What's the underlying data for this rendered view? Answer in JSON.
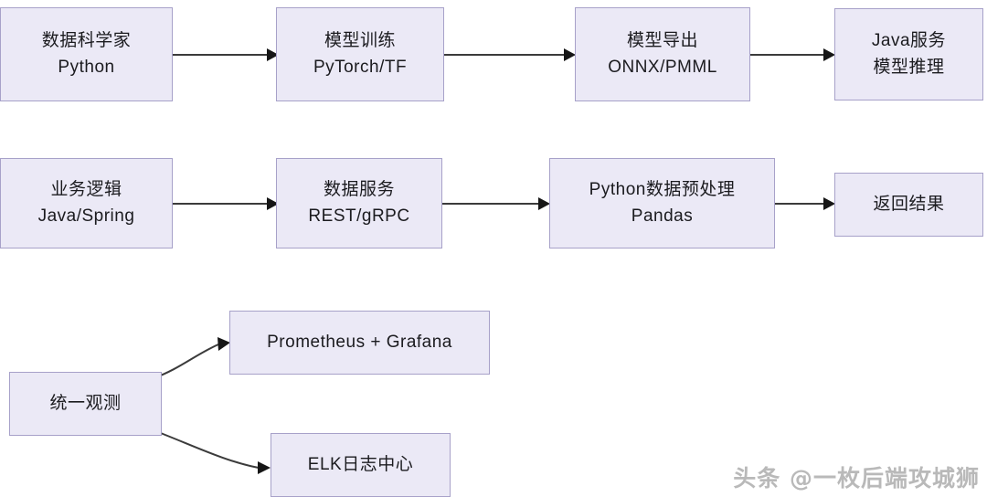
{
  "diagram": {
    "title": "",
    "colors": {
      "node_fill": "#ebe9f6",
      "node_border": "#a7a1c9",
      "edge": "#3b3b3b",
      "text": "#1b1b1f",
      "watermark": "#b9b9b9"
    },
    "rows": [
      {
        "name": "model-pipeline-row",
        "nodes": [
          {
            "id": "data-scientist",
            "line1": "数据科学家",
            "line2": "Python"
          },
          {
            "id": "model-training",
            "line1": "模型训练",
            "line2": "PyTorch/TF"
          },
          {
            "id": "model-export",
            "line1": "模型导出",
            "line2": "ONNX/PMML"
          },
          {
            "id": "java-service",
            "line1": "Java服务",
            "line2": "模型推理"
          }
        ]
      },
      {
        "name": "serving-pipeline-row",
        "nodes": [
          {
            "id": "business-logic",
            "line1": "业务逻辑",
            "line2": "Java/Spring"
          },
          {
            "id": "data-service",
            "line1": "数据服务",
            "line2": "REST/gRPC"
          },
          {
            "id": "python-preprocess",
            "line1": "Python数据预处理",
            "line2": "Pandas"
          },
          {
            "id": "return-result",
            "line1": "返回结果",
            "line2": ""
          }
        ]
      },
      {
        "name": "observability-row",
        "nodes": [
          {
            "id": "unified-observability",
            "line1": "统一观测",
            "line2": ""
          },
          {
            "id": "prometheus-grafana",
            "line1": "Prometheus + Grafana",
            "line2": ""
          },
          {
            "id": "elk-log-center",
            "line1": "ELK日志中心",
            "line2": ""
          }
        ]
      }
    ],
    "edges": [
      {
        "id": "edge-scientist-to-training",
        "from": "data-scientist",
        "to": "model-training",
        "style": "straight"
      },
      {
        "id": "edge-training-to-export",
        "from": "model-training",
        "to": "model-export",
        "style": "straight"
      },
      {
        "id": "edge-export-to-java",
        "from": "model-export",
        "to": "java-service",
        "style": "straight"
      },
      {
        "id": "edge-logic-to-dataservice",
        "from": "business-logic",
        "to": "data-service",
        "style": "straight"
      },
      {
        "id": "edge-dataservice-to-preprocess",
        "from": "data-service",
        "to": "python-preprocess",
        "style": "straight"
      },
      {
        "id": "edge-preprocess-to-result",
        "from": "python-preprocess",
        "to": "return-result",
        "style": "straight"
      },
      {
        "id": "edge-observability-to-prometheus",
        "from": "unified-observability",
        "to": "prometheus-grafana",
        "style": "curved"
      },
      {
        "id": "edge-observability-to-elk",
        "from": "unified-observability",
        "to": "elk-log-center",
        "style": "curved"
      }
    ],
    "watermark": "头条 @一枚后端攻城狮"
  }
}
